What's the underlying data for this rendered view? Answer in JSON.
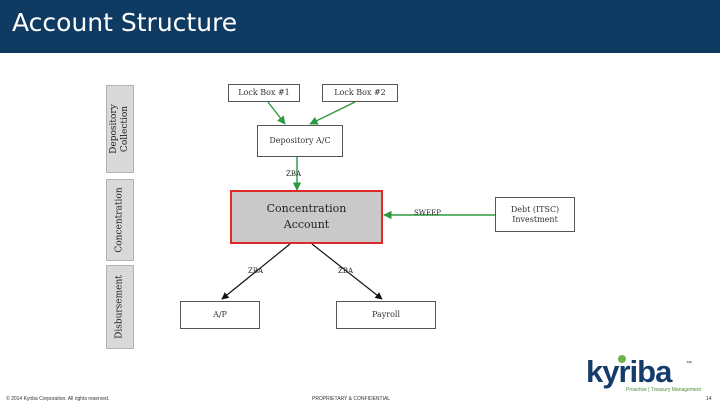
{
  "header": {
    "title": "Account Structure"
  },
  "side_labels": [
    {
      "text": "Depository\nCollection"
    },
    {
      "text": "Concentration"
    },
    {
      "text": "Disbursement"
    }
  ],
  "nodes": {
    "lockbox1": "Lock Box #1",
    "lockbox2": "Lock Box #2",
    "depository": "Depository A/C",
    "concentration": "Concentration\nAccount",
    "debt": "Debt (ITSC)\nInvestment",
    "ap": "A/P",
    "payroll": "Payroll"
  },
  "edge_labels": {
    "zba_top": "ZBA",
    "sweep": "SWEEP",
    "zba_left": "ZBA",
    "zba_right": "ZBA"
  },
  "colors": {
    "header_bg": "#0f3b63",
    "arrow_green": "#2e9a3f",
    "highlight_red": "#e02a2a"
  },
  "footer": {
    "copyright": "© 2014 Kyriba Corporation. All rights reserved.",
    "confidential": "PROPRIETARY & CONFIDENTIAL",
    "page": "14"
  },
  "logo": {
    "wordmark": "kyriba",
    "tagline": "Proactive | Treasury Management"
  }
}
